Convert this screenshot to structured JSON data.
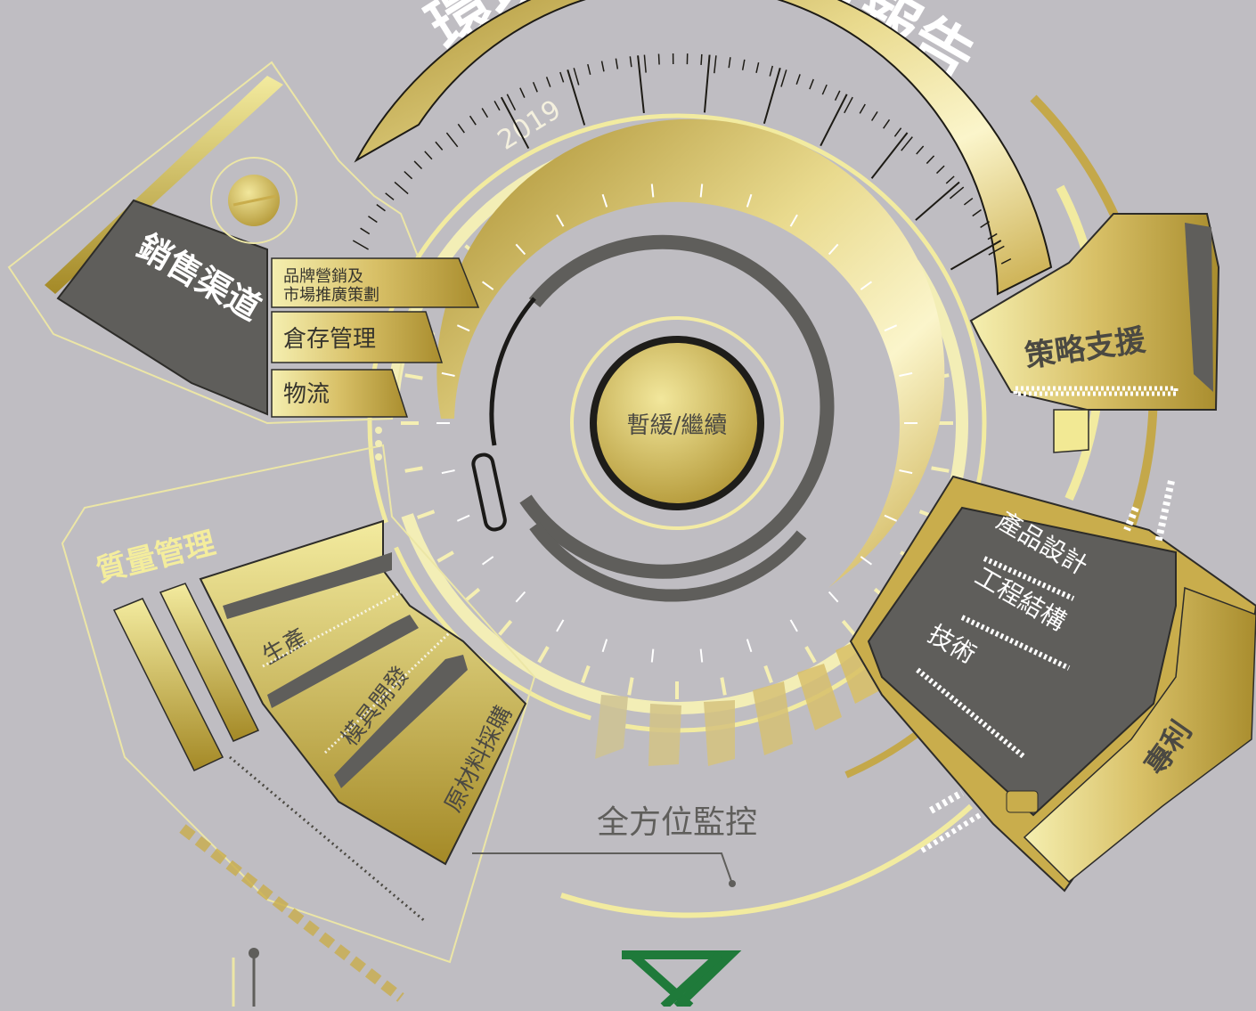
{
  "title": {
    "part1": "環境",
    "part2": "告報告"
  },
  "year": "2019",
  "center": {
    "label": "暫緩/繼續"
  },
  "sales": {
    "title": "銷售渠道",
    "items": [
      "品牌營銷及",
      "市場推廣策劃",
      "倉存管理",
      "物流"
    ]
  },
  "strategy": {
    "title": "策略支援"
  },
  "quality": {
    "title": "質量管理",
    "items": [
      "生產",
      "模具開發",
      "原材料採購"
    ]
  },
  "tech": {
    "items": [
      "產品設計",
      "工程結構",
      "技術"
    ]
  },
  "patent": {
    "title": "專利"
  },
  "monitor": {
    "label": "全方位監控"
  },
  "colors": {
    "background": "#bfbdc2",
    "gold": "#c9ad4c",
    "light_gold": "#f3eca0",
    "dark_gray": "#5f5e5b",
    "outline": "#ece6a6",
    "logo_green": "#1f7a3a"
  },
  "icons": [
    "logo-icon"
  ]
}
